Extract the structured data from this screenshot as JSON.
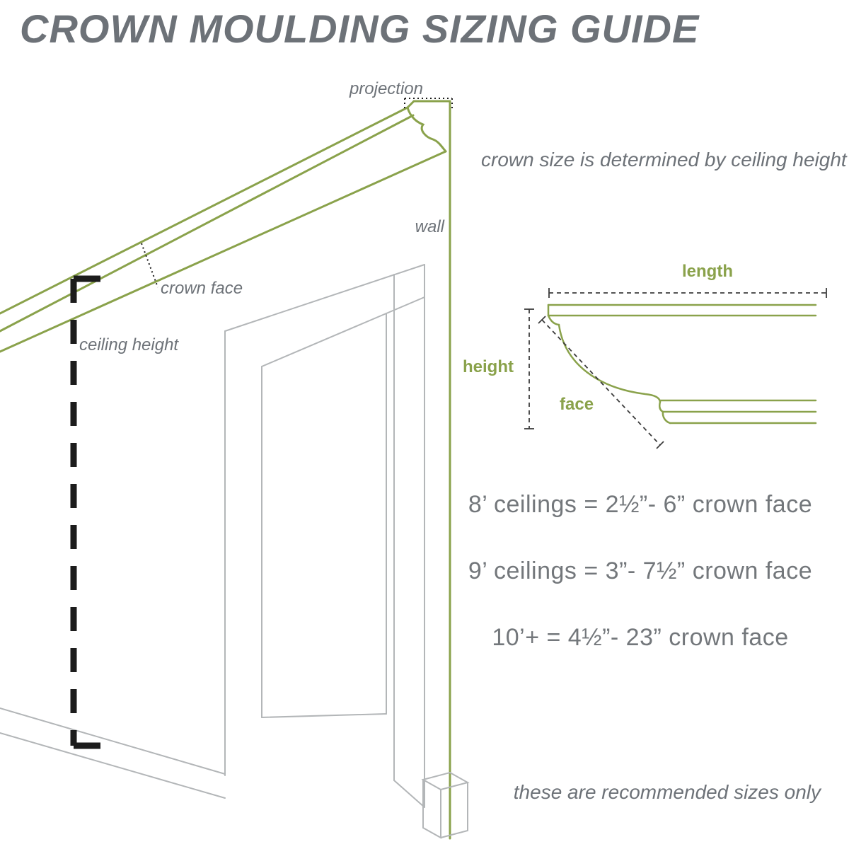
{
  "page": {
    "title": "CROWN MOULDING SIZING GUIDE",
    "subtitle": "crown size is determined by ceiling height",
    "footnote": "these are recommended sizes only"
  },
  "perspective_labels": {
    "projection": "projection",
    "wall": "wall",
    "crown_face": "crown face",
    "ceiling_height": "ceiling height"
  },
  "detail_labels": {
    "length": "length",
    "height": "height",
    "face": "face"
  },
  "sizing_rules": [
    "8’ ceilings = 2½”- 6” crown face",
    "9’ ceilings = 3”- 7½” crown face",
    "10’+ = 4½”- 23” crown face"
  ],
  "colors": {
    "accent_green": "#8aa24b",
    "text_gray": "#6d7278",
    "line_gray": "#b3b6b8",
    "dash_dark": "#1c1c1c"
  }
}
